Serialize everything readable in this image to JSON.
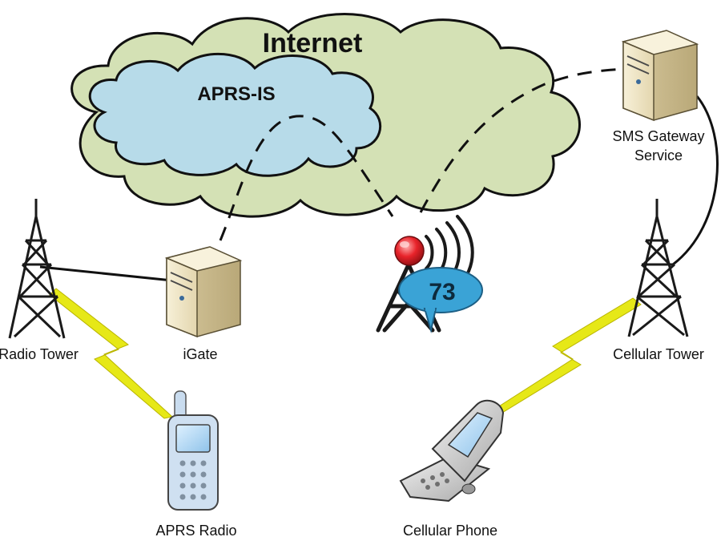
{
  "cloud": {
    "internet": {
      "label": "Internet",
      "fill": "#d4e1b5"
    },
    "aprs_is": {
      "label": "APRS-IS",
      "fill": "#b7dbe9"
    }
  },
  "nodes": {
    "sms_gateway": {
      "line1": "SMS Gateway",
      "line2": "Service"
    },
    "radio_tower": {
      "label": "Radio Tower"
    },
    "igate": {
      "label": "iGate"
    },
    "cellular_tower": {
      "label": "Cellular Tower"
    },
    "aprs_radio": {
      "label": "APRS Radio"
    },
    "cellular_phone": {
      "label": "Cellular Phone"
    },
    "aprs_station": {
      "bubble_text": "73"
    }
  },
  "colors": {
    "lightning": "#e6e817",
    "bubble": "#3aa3d6",
    "beacon": "#e8232a",
    "server_body": "#f0e6c6",
    "tower_stroke": "#1a1a1a",
    "line": "#111111"
  }
}
